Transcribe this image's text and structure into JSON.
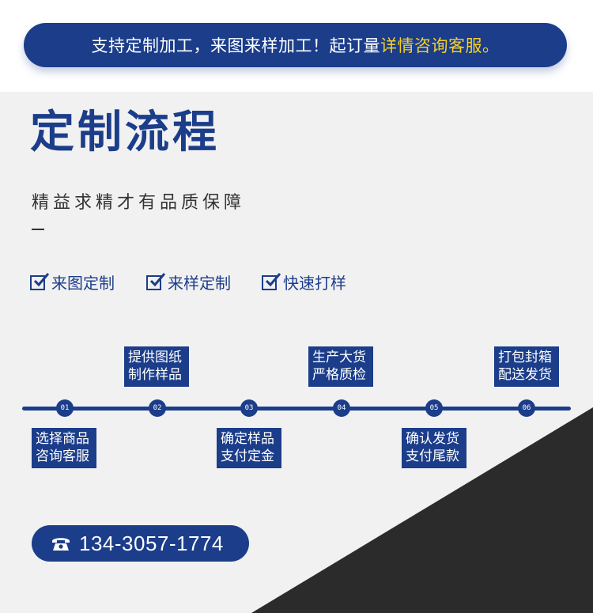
{
  "banner": {
    "text": "支持定制加工，来图来样加工！起订量",
    "highlight": "详情咨询客服。"
  },
  "title": "定制流程",
  "subtitle": "精益求精才有品质保障",
  "features": [
    "来图定制",
    "来样定制",
    "快速打样"
  ],
  "timeline": {
    "nodes": [
      "01",
      "02",
      "03",
      "04",
      "05",
      "06"
    ],
    "steps": [
      {
        "line1": "选择商品",
        "line2": "咨询客服"
      },
      {
        "line1": "提供图纸",
        "line2": "制作样品"
      },
      {
        "line1": "确定样品",
        "line2": "支付定金"
      },
      {
        "line1": "生产大货",
        "line2": "严格质检"
      },
      {
        "line1": "确认发货",
        "line2": "支付尾款"
      },
      {
        "line1": "打包封箱",
        "line2": "配送发货"
      }
    ]
  },
  "phone": {
    "icon": "telephone-icon",
    "number": "134-3057-1774"
  },
  "colors": {
    "primary": "#1b3d8a",
    "highlight": "#f5d02a",
    "panel": "#f1f1f1",
    "dark": "#2b2b2b"
  }
}
